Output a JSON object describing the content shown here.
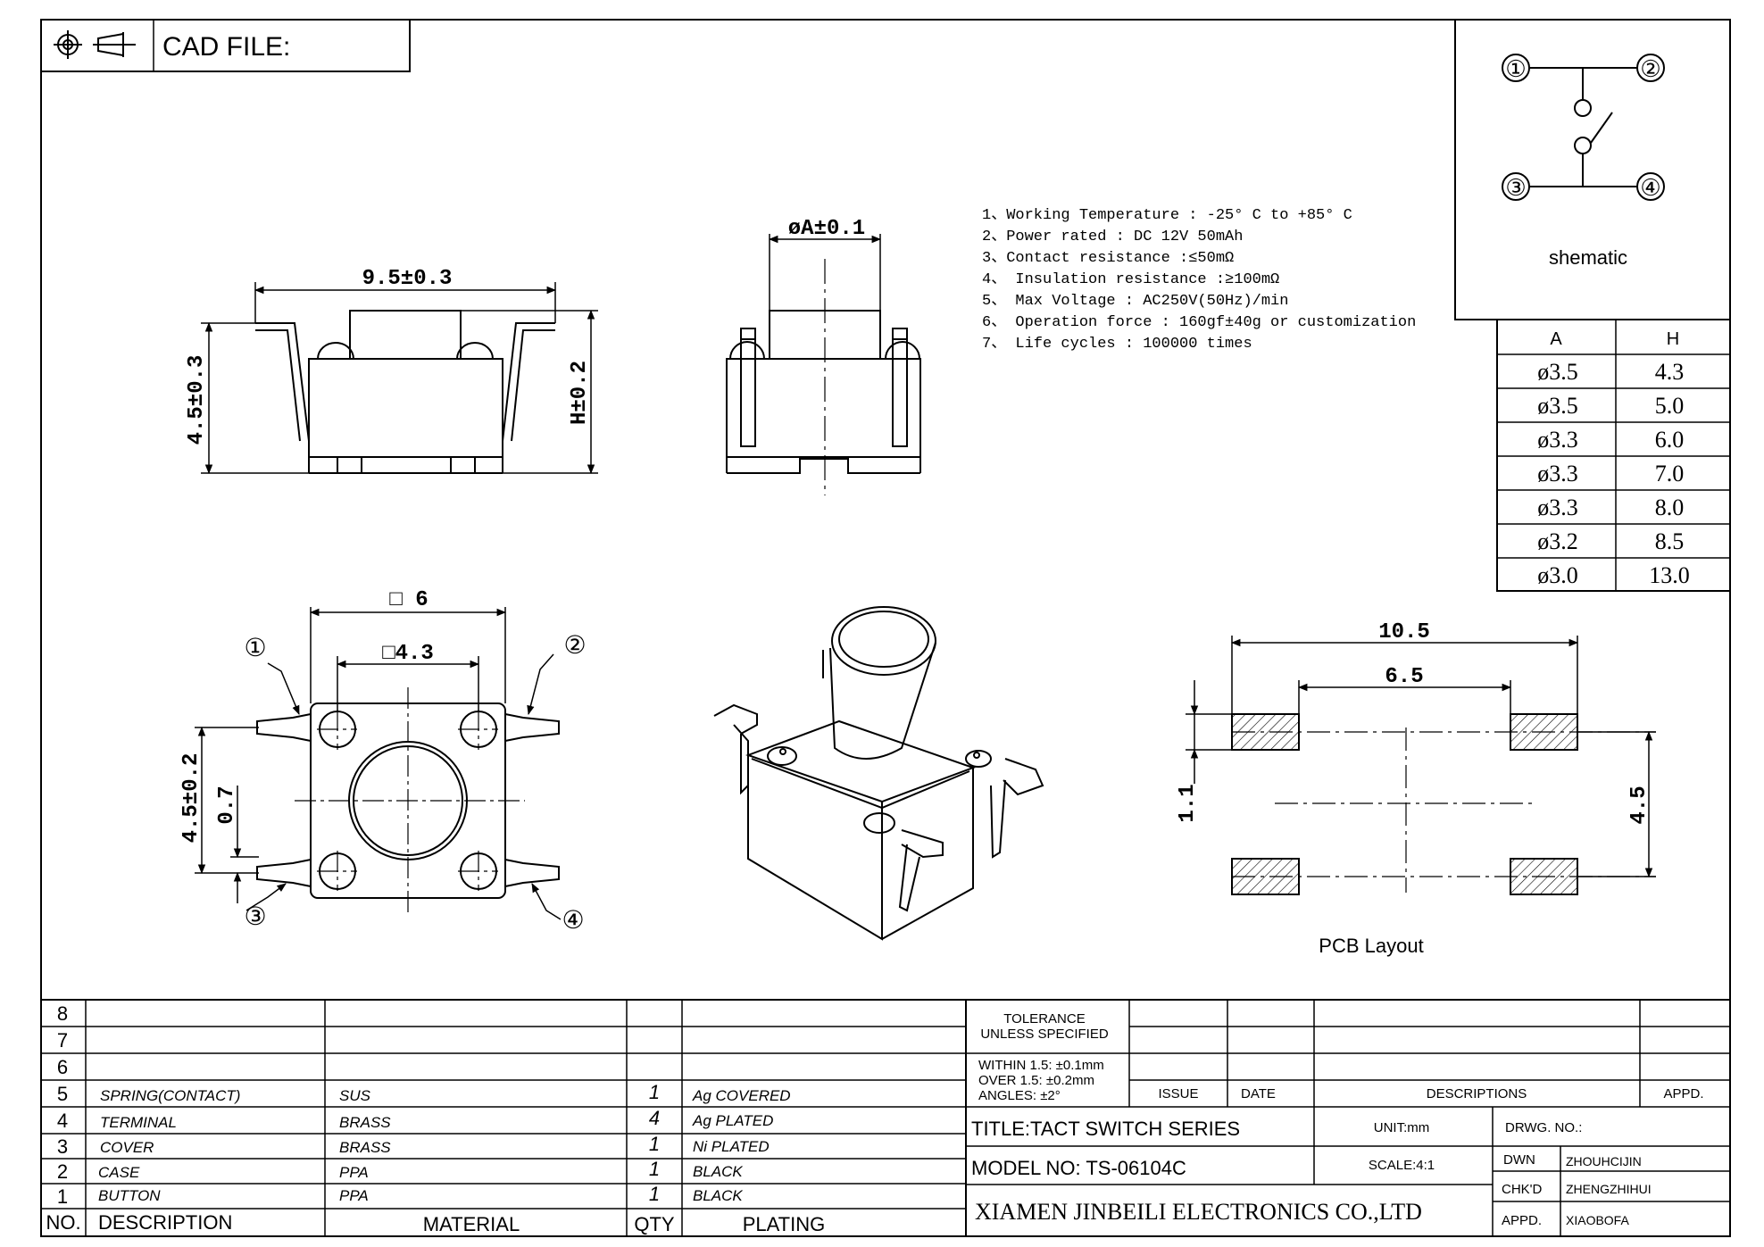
{
  "header": {
    "cad_file_label": "CAD FILE:"
  },
  "schematic": {
    "label": "shematic",
    "pins": [
      "①",
      "②",
      "③",
      "④"
    ]
  },
  "dims": {
    "width": "9.5±0.3",
    "height_left": "4.5±0.3",
    "height_h": "H±0.2",
    "diameter": "øA±0.1",
    "square_6": "□ 6",
    "square_43": "□4.3",
    "pitch_45": "4.5±0.2",
    "offset_07": "0.7",
    "pin_callouts": [
      "①",
      "②",
      "③",
      "④"
    ]
  },
  "specs": [
    "1、Working Temperature : -25° C to +85° C",
    "2、Power rated : DC 12V 50mAh",
    "3、Contact resistance :≤50mΩ",
    "4、 Insulation resistance :≥100mΩ",
    "5、 Max Voltage : AC250V(50Hz)/min",
    "6、 Operation force : 160gf±40g or customization",
    "7、 Life cycles : 100000 times"
  ],
  "size_table": {
    "headers": [
      "A",
      "H"
    ],
    "rows": [
      [
        "ø3.5",
        "4.3"
      ],
      [
        "ø3.5",
        "5.0"
      ],
      [
        "ø3.3",
        "6.0"
      ],
      [
        "ø3.3",
        "7.0"
      ],
      [
        "ø3.3",
        "8.0"
      ],
      [
        "ø3.2",
        "8.5"
      ],
      [
        "ø3.0",
        "13.0"
      ]
    ]
  },
  "pcb": {
    "label": "PCB Layout",
    "dim_105": "10.5",
    "dim_65": "6.5",
    "dim_11": "1.1",
    "dim_45": "4.5"
  },
  "bom": {
    "rows": [
      {
        "no": "8",
        "desc": "",
        "material": "",
        "qty": "",
        "plating": ""
      },
      {
        "no": "7",
        "desc": "",
        "material": "",
        "qty": "",
        "plating": ""
      },
      {
        "no": "6",
        "desc": "",
        "material": "",
        "qty": "",
        "plating": ""
      },
      {
        "no": "5",
        "desc": "SPRING(CONTACT)",
        "material": "SUS",
        "qty": "1",
        "plating": "Ag COVERED"
      },
      {
        "no": "4",
        "desc": "TERMINAL",
        "material": "BRASS",
        "qty": "4",
        "plating": "Ag PLATED"
      },
      {
        "no": "3",
        "desc": "COVER",
        "material": "BRASS",
        "qty": "1",
        "plating": "Ni PLATED"
      },
      {
        "no": "2",
        "desc": "CASE",
        "material": "PPA",
        "qty": "1",
        "plating": "BLACK"
      },
      {
        "no": "1",
        "desc": "BUTTON",
        "material": "PPA",
        "qty": "1",
        "plating": "BLACK"
      }
    ],
    "headers": {
      "no": "NO.",
      "desc": "DESCRIPTION",
      "material": "MATERIAL",
      "qty": "QTY",
      "plating": "PLATING"
    }
  },
  "titleblock": {
    "tolerance_title": "TOLERANCE",
    "tolerance_sub": "UNLESS SPECIFIED",
    "within": "WITHIN 1.5: ±0.1mm",
    "over": "OVER 1.5:  ±0.2mm",
    "angles": "ANGLES: ±2°",
    "issue": "ISSUE",
    "date": "DATE",
    "descriptions": "DESCRIPTIONS",
    "appd": "APPD.",
    "title": "TITLE:TACT SWITCH SERIES",
    "unit": "UNIT:mm",
    "drwg_no": "DRWG. NO.:",
    "model": "MODEL NO: TS-06104C",
    "scale": "SCALE:4:1",
    "dwn": "DWN",
    "dwn_name": "ZHOUHCIJIN",
    "chkd": "CHK'D",
    "chkd_name": "ZHENGZHIHUI",
    "appd2": "APPD.",
    "appd_name": "XIAOBOFA",
    "company": "XIAMEN JINBEILI ELECTRONICS CO.,LTD"
  }
}
